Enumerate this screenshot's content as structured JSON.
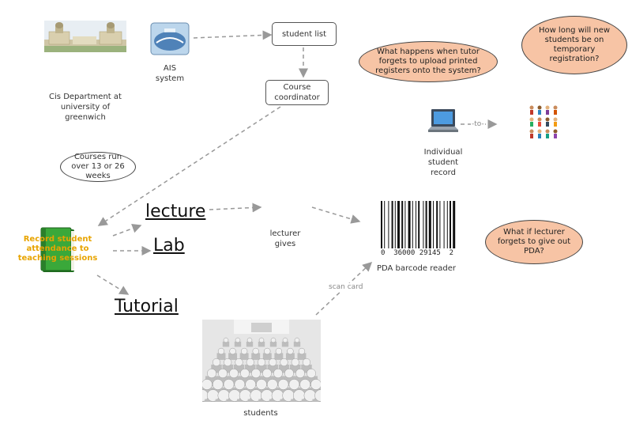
{
  "nodes": {
    "department_caption": "Cis Department at university of greenwich",
    "ais_caption": "AIS system",
    "student_list": "student list",
    "course_coordinator": "Course coordinator",
    "tutor_question": "What happens when tutor forgets to upload printed registers onto the system?",
    "temp_registration_question": "How long will new students be on temporary registration?",
    "student_record_caption": "Individual student record",
    "courses_note": "Courses run over 13 or 26 weeks",
    "record_attendance": "Record student attendance to teaching sessions",
    "lecture": "lecture",
    "lab": "Lab",
    "tutorial": "Tutorial",
    "lecturer_gives": "lecturer gives",
    "barcode_digits": "0  36000 29145  2",
    "pda_caption": "PDA barcode reader",
    "pda_question": "What if lecturer forgets to give out PDA?",
    "students_caption": "students"
  },
  "link_labels": {
    "to": "-to-",
    "scan_card": "scan card"
  },
  "colors": {
    "bubble_fill": "#f7c4a5",
    "link_stroke": "#999999",
    "book_green": "#2f8f2f",
    "attendance_text": "#e8a400"
  },
  "icons": [
    "buildings-photo",
    "ais-globe-icon",
    "laptop-icon",
    "people-figures-icon",
    "green-book-icon",
    "barcode-icon",
    "lecture-hall-photo"
  ]
}
